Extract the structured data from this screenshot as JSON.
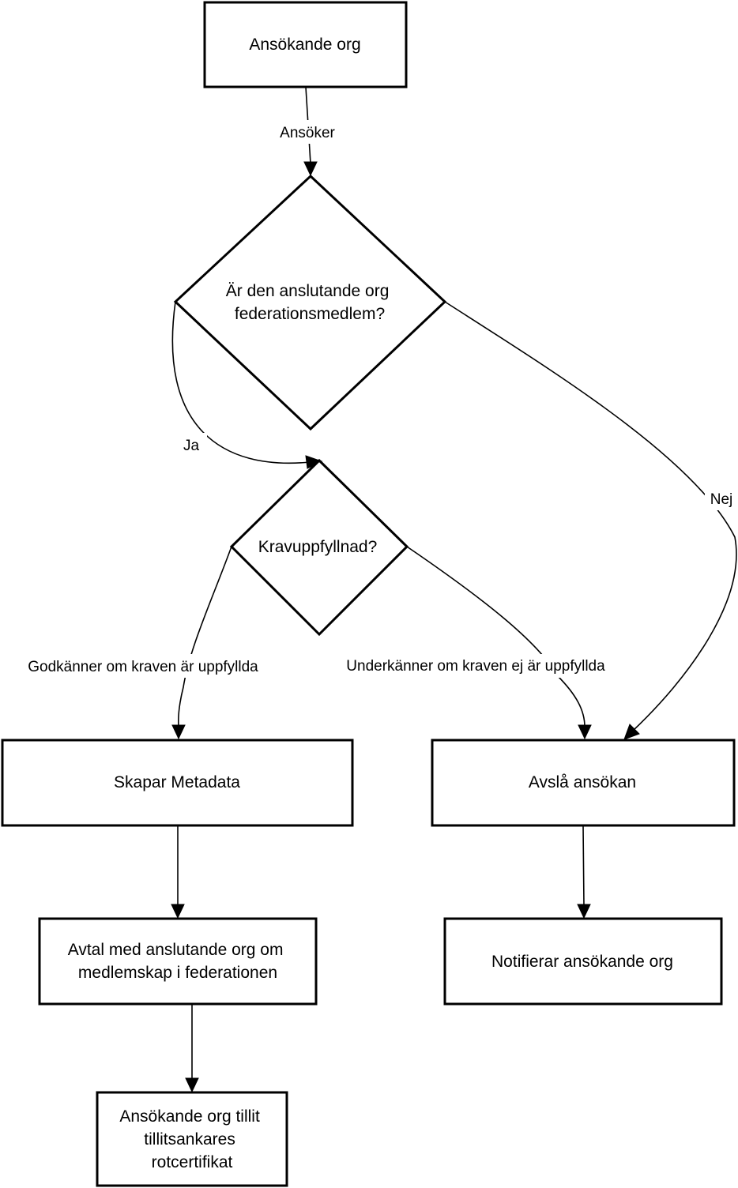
{
  "nodes": {
    "applicant": {
      "lines": [
        "Ansökande org"
      ]
    },
    "member_decision": {
      "lines": [
        "Är den anslutande org",
        "federationsmedlem?"
      ]
    },
    "requirements_decision": {
      "lines": [
        "Kravuppfyllnad?"
      ]
    },
    "create_metadata": {
      "lines": [
        "Skapar Metadata"
      ]
    },
    "reject_application": {
      "lines": [
        "Avslå ansökan"
      ]
    },
    "agreement": {
      "lines": [
        "Avtal med anslutande org om",
        "medlemskap i federationen"
      ]
    },
    "notify": {
      "lines": [
        "Notifierar ansökande org"
      ]
    },
    "trust_anchor": {
      "lines": [
        "Ansökande org tillit",
        "tillitsankares",
        "rotcertifikat"
      ]
    }
  },
  "edges": {
    "applies": "Ansöker",
    "yes": "Ja",
    "no": "Nej",
    "approve": "Godkänner om kraven är uppfyllda",
    "reject": "Underkänner om kraven ej är uppfyllda"
  },
  "colors": {
    "stroke": "#000000",
    "fill": "#ffffff"
  }
}
